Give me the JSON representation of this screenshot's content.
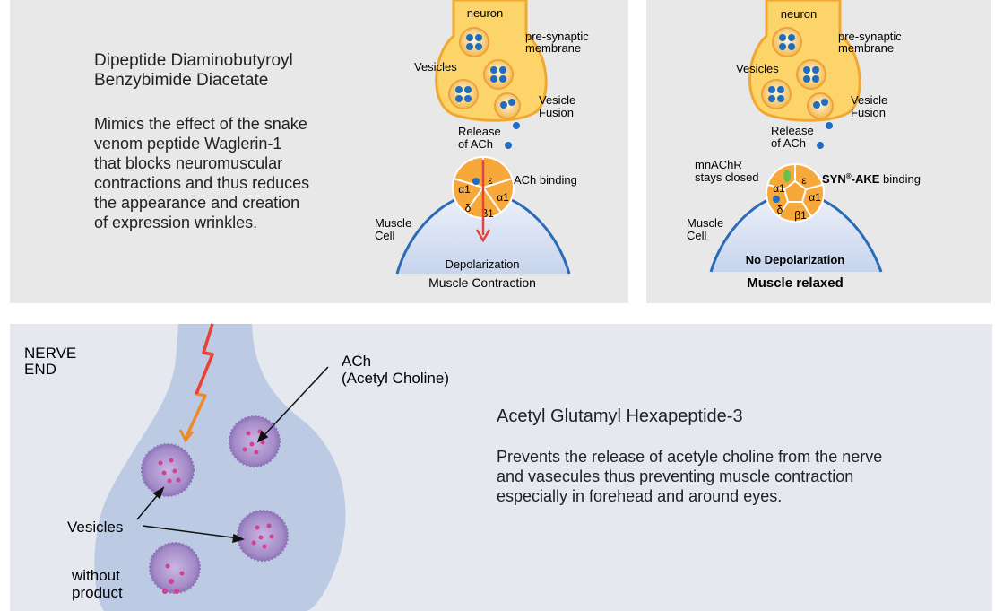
{
  "panel1": {
    "title": "Dipeptide Diaminobutyroyl\nBenzybimide Diacetate",
    "description": "Mimics the effect of the snake\nvenom peptide Waglerin-1\nthat blocks neuromuscular\ncontractions and thus reduces\nthe appearance and creation\nof expression wrinkles.",
    "diagram": {
      "neuron": "neuron",
      "presynaptic_line1": "pre-synaptic",
      "presynaptic_line2": "membrane",
      "vesicles": "Vesicles",
      "vesicle_fusion_line1": "Vesicle",
      "vesicle_fusion_line2": "Fusion",
      "release_line1": "Release",
      "release_line2": "of ACh",
      "ach_binding": "ACh binding",
      "muscle_line1": "Muscle",
      "muscle_line2": "Cell",
      "depolarization": "Depolarization",
      "outcome": "Muscle Contraction",
      "receptor": {
        "a1_left": "α1",
        "e": "ε",
        "a1_right": "α1",
        "d": "δ",
        "b1": "β1"
      }
    }
  },
  "panel2": {
    "diagram": {
      "neuron": "neuron",
      "presynaptic_line1": "pre-synaptic",
      "presynaptic_line2": "membrane",
      "vesicles": "Vesicles",
      "vesicle_fusion_line1": "Vesicle",
      "vesicle_fusion_line2": "Fusion",
      "release_line1": "Release",
      "release_line2": "of ACh",
      "mnachr_line1": "mnAChR",
      "mnachr_line2": "stays closed",
      "syn_ake_prefix": "SYN",
      "syn_ake_reg": "®",
      "syn_ake_suffix": "-AKE",
      "binding": " binding",
      "muscle_line1": "Muscle",
      "muscle_line2": "Cell",
      "no_depolarization": "No Depolarization",
      "outcome": "Muscle relaxed",
      "receptor": {
        "a1_left": "α1",
        "e": "ε",
        "a1_right": "α1",
        "d": "δ",
        "b1": "β1"
      }
    }
  },
  "panel3": {
    "nerve_line1": "NERVE",
    "nerve_line2": "END",
    "ach_line1": "ACh",
    "ach_line2": "(Acetyl Choline)",
    "vesicles": "Vesicles",
    "without_line1": "without",
    "without_line2": "product",
    "title": "Acetyl Glutamyl Hexapeptide-3",
    "description": "Prevents the release of acetyle choline from the nerve\nand vasecules thus preventing muscle contraction\nespecially in forehead and around eyes."
  },
  "colors": {
    "panel_bg": "#e8e8e8",
    "neuron_fill": "#fcd46a",
    "neuron_stroke": "#f0a830",
    "ach_blue": "#1f6cc0",
    "receptor_fill": "#f6a83a",
    "muscle_blue": "#2c6bb5",
    "arrow_red": "#e8403a",
    "nerve_fill": "#bccbe3",
    "vesicle_purple": "#a48cc8",
    "ach_pink": "#d4408c"
  }
}
